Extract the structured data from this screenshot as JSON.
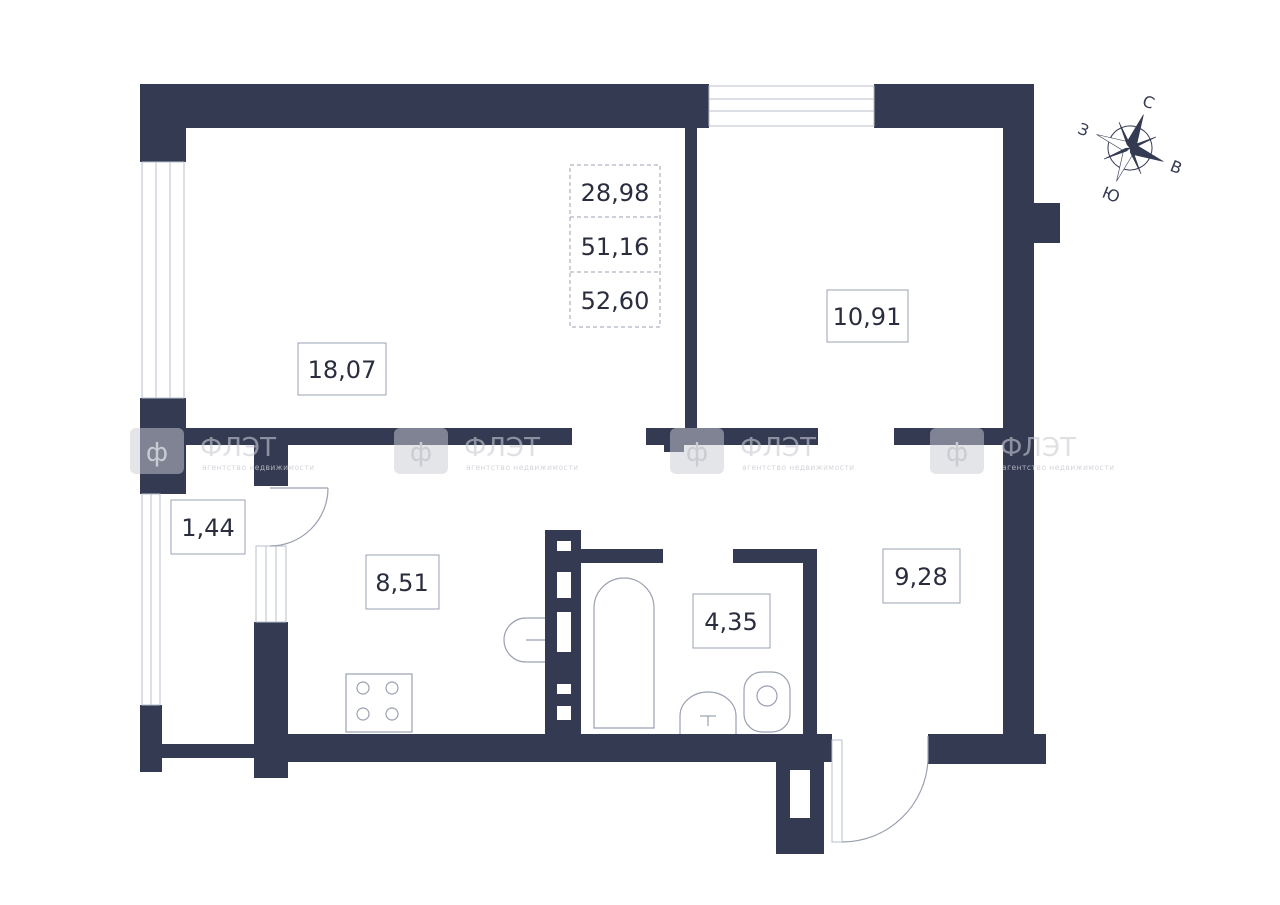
{
  "plan": {
    "summary": {
      "living_area": "28,98",
      "total_area": "51,16",
      "area_with_balcony": "52,60"
    },
    "rooms": [
      {
        "id": "living-room",
        "area": "18,07"
      },
      {
        "id": "bedroom",
        "area": "10,91"
      },
      {
        "id": "balcony",
        "area": "1,44"
      },
      {
        "id": "kitchen",
        "area": "8,51"
      },
      {
        "id": "bathroom",
        "area": "4,35"
      },
      {
        "id": "hallway",
        "area": "9,28"
      }
    ],
    "compass": {
      "north": "С",
      "east": "В",
      "south": "Ю",
      "west": "З"
    },
    "watermark": {
      "brand": "ФЛЭТ",
      "tagline": "агентство недвижимости",
      "logo_letter": "ф"
    },
    "colors": {
      "wall": "#343a52",
      "window": "#e7ecf1",
      "fixture": "#9aa0b0",
      "watermark": "#c9ccd3"
    }
  }
}
